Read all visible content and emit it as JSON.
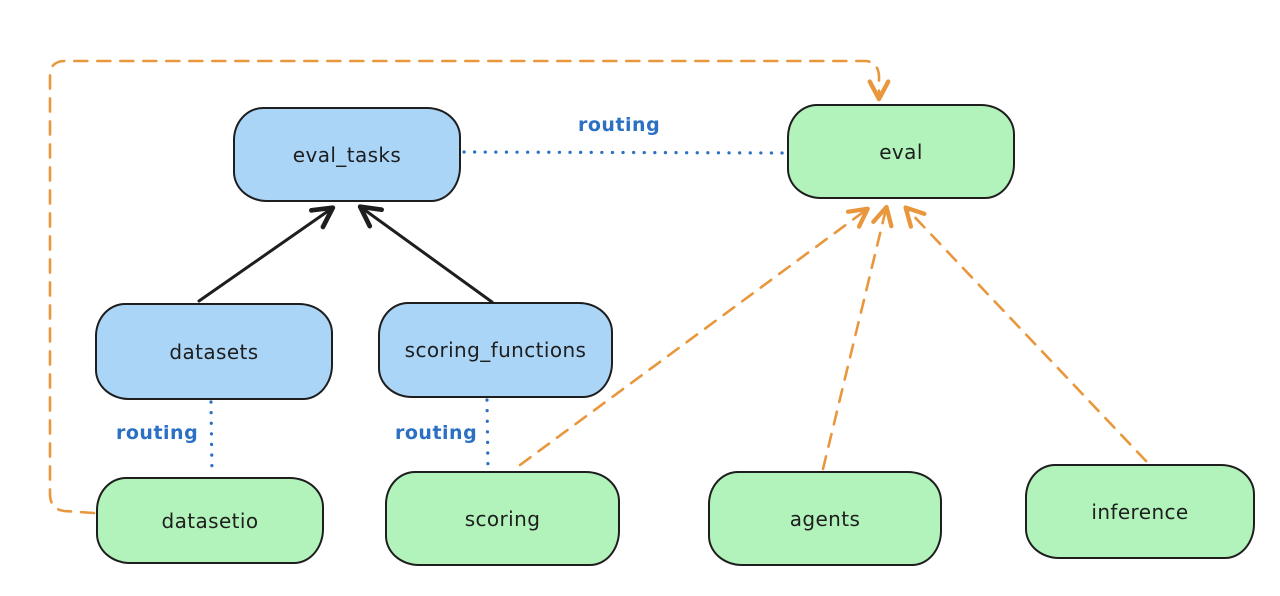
{
  "nodes": {
    "eval_tasks": {
      "label": "eval_tasks",
      "kind": "resource",
      "fill": "#aad5f7"
    },
    "eval": {
      "label": "eval",
      "kind": "api",
      "fill": "#b2f2bb"
    },
    "datasets": {
      "label": "datasets",
      "kind": "resource",
      "fill": "#aad5f7"
    },
    "scoring_functions": {
      "label": "scoring_functions",
      "kind": "resource",
      "fill": "#aad5f7"
    },
    "datasetio": {
      "label": "datasetio",
      "kind": "api",
      "fill": "#b2f2bb"
    },
    "scoring": {
      "label": "scoring",
      "kind": "api",
      "fill": "#b2f2bb"
    },
    "agents": {
      "label": "agents",
      "kind": "api",
      "fill": "#b2f2bb"
    },
    "inference": {
      "label": "inference",
      "kind": "api",
      "fill": "#b2f2bb"
    }
  },
  "edges": {
    "eval_tasks__eval": {
      "label": "routing",
      "style": "blue-dotted"
    },
    "datasets__datasetio": {
      "label": "routing",
      "style": "blue-dotted"
    },
    "scoring_functions__scoring": {
      "label": "routing",
      "style": "blue-dotted"
    },
    "datasets__eval_tasks": {
      "style": "black-solid-arrow"
    },
    "scoring_functions__eval_tasks": {
      "style": "black-solid-arrow"
    },
    "scoring__eval": {
      "style": "orange-dashed-arrow"
    },
    "agents__eval": {
      "style": "orange-dashed-arrow"
    },
    "inference__eval": {
      "style": "orange-dashed-arrow"
    },
    "datasetio__eval": {
      "style": "orange-dashed-arrow-loop"
    }
  },
  "colors": {
    "background": "#ffffff",
    "node_blue_fill": "#aad5f7",
    "node_green_fill": "#b2f2bb",
    "node_stroke": "#1e1e1e",
    "arrow_black": "#1e1e1e",
    "routing_blue": "#2b70c2",
    "dashed_orange": "#e9973d"
  }
}
